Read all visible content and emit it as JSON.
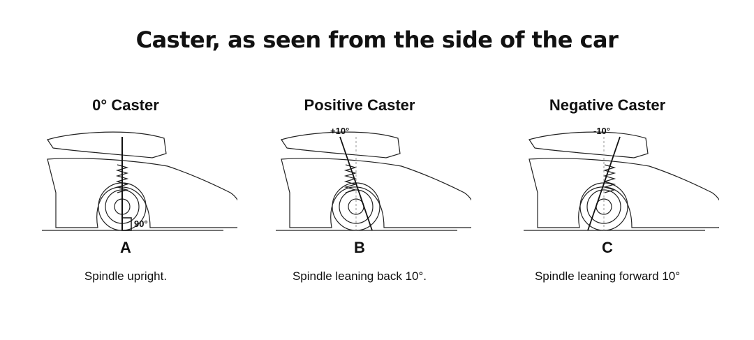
{
  "title": "Caster, as seen from the side of the car",
  "panels": [
    {
      "heading": "0° Caster",
      "angle_label": "90°",
      "letter": "A",
      "caption": "Spindle upright.",
      "tilt_deg": 0
    },
    {
      "heading": "Positive Caster",
      "angle_label": "+10°",
      "letter": "B",
      "caption": "Spindle leaning back 10°.",
      "tilt_deg": 10
    },
    {
      "heading": "Negative Caster",
      "angle_label": "-10°",
      "letter": "C",
      "caption": "Spindle leaning forward 10°",
      "tilt_deg": -10
    }
  ]
}
